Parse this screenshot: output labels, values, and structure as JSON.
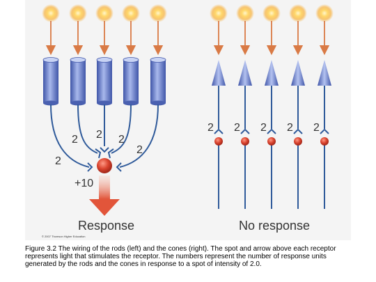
{
  "figure": {
    "copyright": "© 2007 Thomson Higher Education",
    "left": {
      "response_label": "Response",
      "weights": [
        "2",
        "2",
        "2",
        "2",
        "2"
      ],
      "total": "+10"
    },
    "right": {
      "response_label": "No response",
      "weights": [
        "2",
        "2",
        "2",
        "2",
        "2"
      ]
    },
    "colors": {
      "rod_blue": "#5f78c4",
      "wire_blue": "#2f5a9a",
      "light_arrow": "#d97a45",
      "spot_red": "#d9432e",
      "response_arrow": "#e2553a"
    }
  },
  "caption": {
    "text": "Figure 3.2  The wiring of the rods (left) and the cones (right).  The spot and arrow above each receptor represents light that stimulates the receptor.  The numbers represent the number of response units generated by the rods and the cones in response to a spot of intensity of 2.0."
  }
}
